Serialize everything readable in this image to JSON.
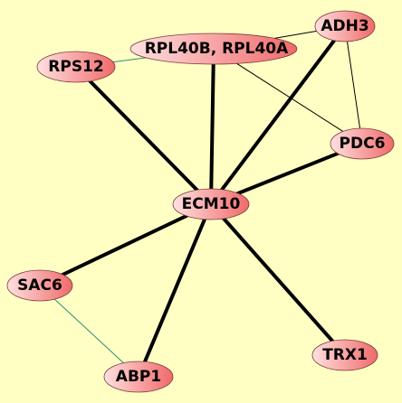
{
  "colors": {
    "background": "#ffffc4",
    "node_fill_light": "#ffe0e0",
    "node_fill_dark": "#f06a6a",
    "edge": "#000000",
    "edge_alt": "#2e8b78"
  },
  "network": {
    "nodes": [
      {
        "id": "adh3",
        "label": "ADH3"
      },
      {
        "id": "rpl40",
        "label": "RPL40B, RPL40A"
      },
      {
        "id": "rps12",
        "label": "RPS12"
      },
      {
        "id": "pdc6",
        "label": "PDC6"
      },
      {
        "id": "ecm10",
        "label": "ECM10"
      },
      {
        "id": "sac6",
        "label": "SAC6"
      },
      {
        "id": "abp1",
        "label": "ABP1"
      },
      {
        "id": "trx1",
        "label": "TRX1"
      }
    ],
    "edges": [
      {
        "source": "rpl40",
        "target": "rps12",
        "strength": "weak",
        "color": "edge_alt"
      },
      {
        "source": "rpl40",
        "target": "adh3",
        "strength": "weak",
        "color": "edge"
      },
      {
        "source": "rpl40",
        "target": "pdc6",
        "strength": "weak",
        "color": "edge"
      },
      {
        "source": "adh3",
        "target": "pdc6",
        "strength": "weak",
        "color": "edge"
      },
      {
        "source": "ecm10",
        "target": "rps12",
        "strength": "strong",
        "color": "edge"
      },
      {
        "source": "ecm10",
        "target": "rpl40",
        "strength": "strong",
        "color": "edge"
      },
      {
        "source": "ecm10",
        "target": "adh3",
        "strength": "strong",
        "color": "edge"
      },
      {
        "source": "ecm10",
        "target": "pdc6",
        "strength": "strong",
        "color": "edge"
      },
      {
        "source": "ecm10",
        "target": "sac6",
        "strength": "strong",
        "color": "edge"
      },
      {
        "source": "ecm10",
        "target": "abp1",
        "strength": "strong",
        "color": "edge"
      },
      {
        "source": "ecm10",
        "target": "trx1",
        "strength": "strong",
        "color": "edge"
      },
      {
        "source": "sac6",
        "target": "abp1",
        "strength": "weak",
        "color": "edge_alt"
      }
    ]
  }
}
